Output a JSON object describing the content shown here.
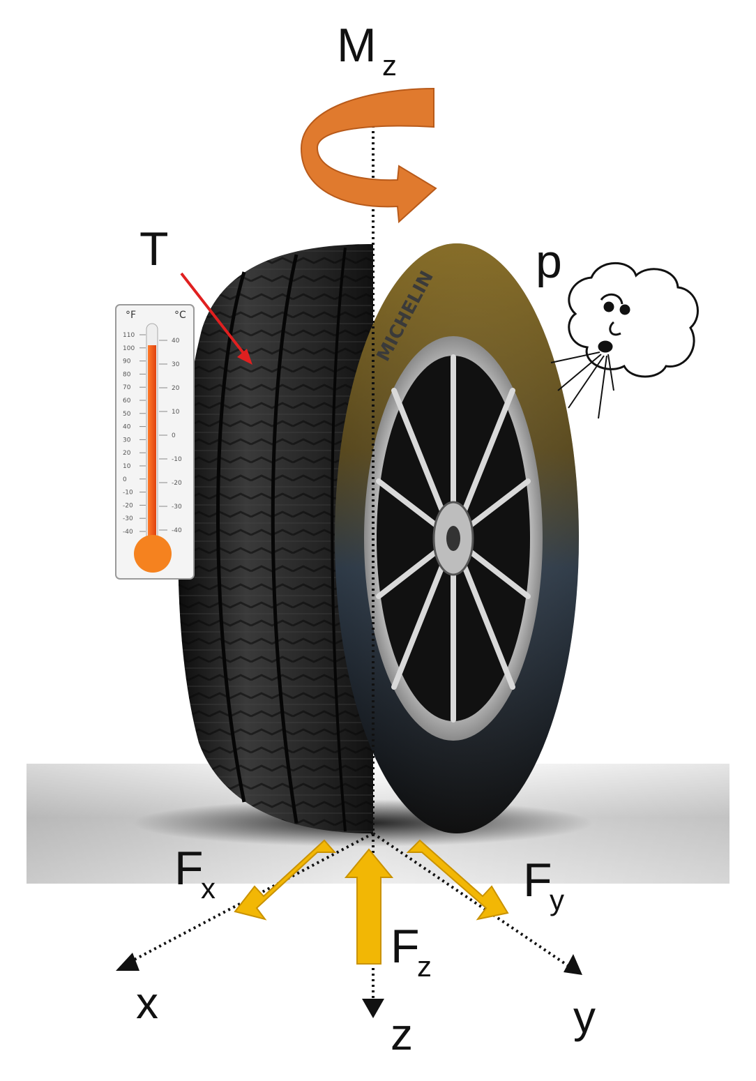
{
  "labels": {
    "moment": {
      "main": "M",
      "sub": "z"
    },
    "temperature": "T",
    "pressure": "p",
    "force_x": {
      "main": "F",
      "sub": "x"
    },
    "force_y": {
      "main": "F",
      "sub": "y"
    },
    "force_z": {
      "main": "F",
      "sub": "z"
    }
  },
  "axes": {
    "x": "x",
    "y": "y",
    "z": "z"
  },
  "tire": {
    "brand": "MICHELIN"
  },
  "thermometer": {
    "unit_left": "°F",
    "unit_right": "°C",
    "fahrenheit_ticks": [
      "110",
      "100",
      "90",
      "80",
      "70",
      "60",
      "50",
      "40",
      "30",
      "20",
      "10",
      "0",
      "-10",
      "-20",
      "-30",
      "-40"
    ],
    "celsius_ticks": [
      "40",
      "30",
      "20",
      "10",
      "0",
      "-10",
      "-20",
      "-30",
      "-40"
    ]
  },
  "colors": {
    "force_arrow": "#F2B705",
    "moment_arrow": "#E07A2E",
    "temperature_pointer": "#E02020",
    "mercury": "#F05A1A",
    "tire_rubber": "#1b1b1b"
  },
  "icons": [
    "thermometer-icon",
    "wind-cloud-icon",
    "moment-arrow-icon"
  ]
}
